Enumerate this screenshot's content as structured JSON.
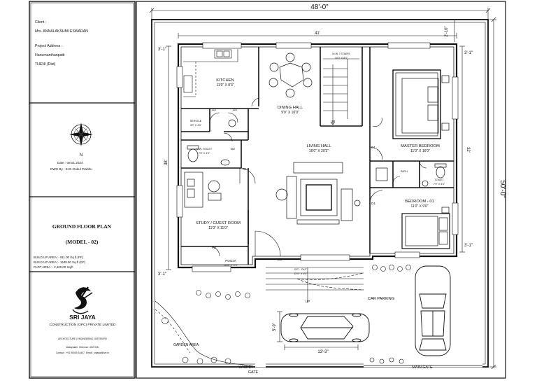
{
  "client": {
    "label": "Client :",
    "name": "Mrs. ANNALAKSHMI ESWARAN",
    "address_label": "Project Address :",
    "address_line1": "Hanumanthanpatti",
    "address_line2": "THENI (Dist)"
  },
  "meta": {
    "date": "Date : 08.01.2024",
    "drawn_by": "DWG By : Er.E.Gokul Prabhu",
    "north": "N"
  },
  "plan": {
    "title": "GROUND FLOOR PLAN",
    "model": "(MODEL - 02)",
    "area1": "BUILD UP AREA :- 811.00 Sq.ft (FF)",
    "area2": "BUILD UP AREA :- 1548.50 Sq.ft (GF)",
    "area3": "PLOT AREA :- 2,400.00 Sq.ft"
  },
  "company": {
    "name": "SRI JAYA",
    "full": "CONSTRUCTION (OPC) PRIVATE LIMITED",
    "tagline": "ARCHITECTURE | ENGINEERING | INTERIORS",
    "address": "Vadapalani, Chennai - 600 026.",
    "contact": "Contact : +91 90035 34407, Email : srijaya@live.in"
  },
  "dims": {
    "overall_w": "48'-0\"",
    "overall_h": "50'-0\"",
    "inner_w": "41'",
    "inner_h_left": "38'",
    "inner_h_right": "32'",
    "off_top": "2'-10\"",
    "off_tl": "3'-1\"",
    "off_tr": "3'-1\"",
    "off_bl": "3'-1\"",
    "off_br": "3'-1\"",
    "car_h": "5'-9\"",
    "car_w": "13'-3\""
  },
  "rooms": {
    "kitchen": "KITCHEN",
    "kitchen_size": "11'0\" X 8'3\"",
    "dining": "DINING HALL",
    "dining_size": "9'0\" X 10'0\"",
    "living": "LIVING HALL",
    "living_size": "16'0\" X 20'3\"",
    "master": "MASTER BEDROOM",
    "master_size": "11'0\" X 16'0\"",
    "bed1": "BEDROOM - 01",
    "bed1_size": "11'0\" X 9'0\"",
    "study": "STUDY / GUEST ROOM",
    "study_size": "11'0\" X 11'0\"",
    "pooja": "POOJA",
    "pooja_size": "10'0\" X 4'3\"",
    "service": "SERVICE",
    "service_size": "3'0\" X 4'0\"",
    "cw_toilet": "C.W. TOILET",
    "cw_toilet_size": "7'0\" X 4'0\"",
    "toilet": "TOILET",
    "toilet_size": "7'0\" X 4'3\"",
    "bath": "BATH",
    "mw": "M.W. / STAIRS",
    "mw_size": "10'0\" X 8'3\"",
    "sitout": "SIT - OUT",
    "sitout_size": "10'0\" X 6'0\"",
    "car_parking": "CAR PARKING",
    "garden": "GARDEN AREA",
    "wicket_gate": "WICKET",
    "wicket_gate2": "GATE",
    "main_gate": "MAIN GATE"
  },
  "doors": {
    "d1": "D1",
    "d2": "D2",
    "pd": "PD",
    "md": "MD",
    "up": "UP"
  }
}
